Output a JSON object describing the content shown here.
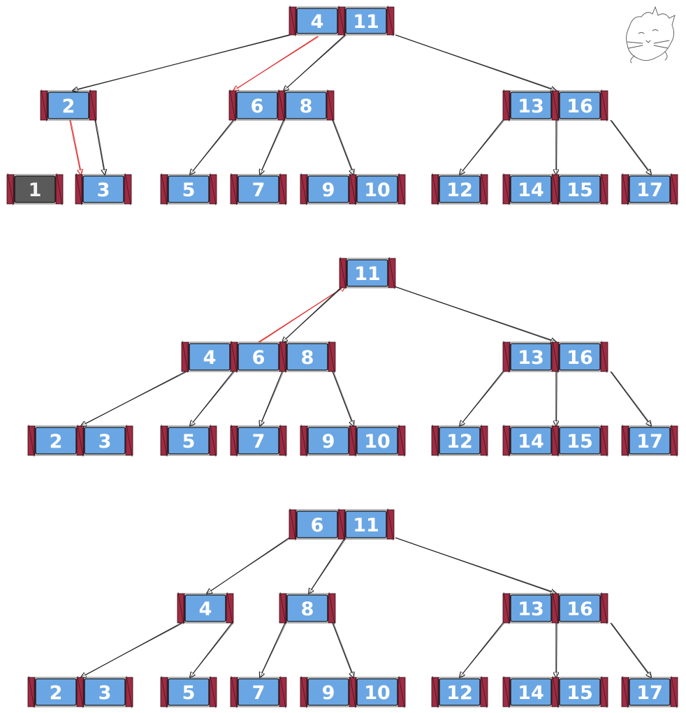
{
  "colors": {
    "key_fill": "#6aa6e3",
    "removed_fill": "#5a5a5a",
    "pointer_fill": "#9f2b42",
    "edge": "#222222",
    "highlight_edge": "#e02020",
    "text": "#ffffff"
  },
  "icons": [
    "cat-doodle-icon"
  ],
  "trees": [
    {
      "name": "tree-stage-1",
      "nodes": [
        {
          "id": "a-root",
          "keys": [
            "4",
            "11"
          ]
        },
        {
          "id": "a-n2",
          "keys": [
            "2"
          ]
        },
        {
          "id": "a-n68",
          "keys": [
            "6",
            "8"
          ]
        },
        {
          "id": "a-n1316",
          "keys": [
            "13",
            "16"
          ]
        },
        {
          "id": "a-l1",
          "keys": [
            "1"
          ],
          "removed": true
        },
        {
          "id": "a-l3",
          "keys": [
            "3"
          ]
        },
        {
          "id": "a-l5",
          "keys": [
            "5"
          ]
        },
        {
          "id": "a-l7",
          "keys": [
            "7"
          ]
        },
        {
          "id": "a-l910",
          "keys": [
            "9",
            "10"
          ]
        },
        {
          "id": "a-l12",
          "keys": [
            "12"
          ]
        },
        {
          "id": "a-l1415",
          "keys": [
            "14",
            "15"
          ]
        },
        {
          "id": "a-l17",
          "keys": [
            "17"
          ]
        }
      ],
      "edges": [
        {
          "from": "a-root",
          "to": "a-n2"
        },
        {
          "from": "a-root",
          "to": "a-n68",
          "highlight": true
        },
        {
          "from": "a-root",
          "to": "a-n68"
        },
        {
          "from": "a-root",
          "to": "a-n1316"
        },
        {
          "from": "a-n2",
          "to": "a-l3",
          "highlight": true
        },
        {
          "from": "a-n2",
          "to": "a-l3"
        },
        {
          "from": "a-n68",
          "to": "a-l5"
        },
        {
          "from": "a-n68",
          "to": "a-l7"
        },
        {
          "from": "a-n68",
          "to": "a-l910"
        },
        {
          "from": "a-n1316",
          "to": "a-l12"
        },
        {
          "from": "a-n1316",
          "to": "a-l1415"
        },
        {
          "from": "a-n1316",
          "to": "a-l17"
        }
      ]
    },
    {
      "name": "tree-stage-2",
      "nodes": [
        {
          "id": "b-root",
          "keys": [
            "11"
          ]
        },
        {
          "id": "b-n468",
          "keys": [
            "4",
            "6",
            "8"
          ]
        },
        {
          "id": "b-n1316",
          "keys": [
            "13",
            "16"
          ]
        },
        {
          "id": "b-l23",
          "keys": [
            "2",
            "3"
          ]
        },
        {
          "id": "b-l5",
          "keys": [
            "5"
          ]
        },
        {
          "id": "b-l7",
          "keys": [
            "7"
          ]
        },
        {
          "id": "b-l910",
          "keys": [
            "9",
            "10"
          ]
        },
        {
          "id": "b-l12",
          "keys": [
            "12"
          ]
        },
        {
          "id": "b-l1415",
          "keys": [
            "14",
            "15"
          ]
        },
        {
          "id": "b-l17",
          "keys": [
            "17"
          ]
        }
      ],
      "edges": [
        {
          "from": "b-n468",
          "to": "b-root",
          "highlight": true
        },
        {
          "from": "b-root",
          "to": "b-n468"
        },
        {
          "from": "b-root",
          "to": "b-n1316"
        },
        {
          "from": "b-n468",
          "to": "b-l23"
        },
        {
          "from": "b-n468",
          "to": "b-l5"
        },
        {
          "from": "b-n468",
          "to": "b-l7"
        },
        {
          "from": "b-n468",
          "to": "b-l910"
        },
        {
          "from": "b-n1316",
          "to": "b-l12"
        },
        {
          "from": "b-n1316",
          "to": "b-l1415"
        },
        {
          "from": "b-n1316",
          "to": "b-l17"
        }
      ]
    },
    {
      "name": "tree-stage-3",
      "nodes": [
        {
          "id": "c-root",
          "keys": [
            "6",
            "11"
          ]
        },
        {
          "id": "c-n4",
          "keys": [
            "4"
          ]
        },
        {
          "id": "c-n8",
          "keys": [
            "8"
          ]
        },
        {
          "id": "c-n1316",
          "keys": [
            "13",
            "16"
          ]
        },
        {
          "id": "c-l23",
          "keys": [
            "2",
            "3"
          ]
        },
        {
          "id": "c-l5",
          "keys": [
            "5"
          ]
        },
        {
          "id": "c-l7",
          "keys": [
            "7"
          ]
        },
        {
          "id": "c-l910",
          "keys": [
            "9",
            "10"
          ]
        },
        {
          "id": "c-l12",
          "keys": [
            "12"
          ]
        },
        {
          "id": "c-l1415",
          "keys": [
            "14",
            "15"
          ]
        },
        {
          "id": "c-l17",
          "keys": [
            "17"
          ]
        }
      ],
      "edges": [
        {
          "from": "c-root",
          "to": "c-n4"
        },
        {
          "from": "c-root",
          "to": "c-n8"
        },
        {
          "from": "c-root",
          "to": "c-n1316"
        },
        {
          "from": "c-n4",
          "to": "c-l23"
        },
        {
          "from": "c-n4",
          "to": "c-l5"
        },
        {
          "from": "c-n8",
          "to": "c-l7"
        },
        {
          "from": "c-n8",
          "to": "c-l910"
        },
        {
          "from": "c-n1316",
          "to": "c-l12"
        },
        {
          "from": "c-n1316",
          "to": "c-l1415"
        },
        {
          "from": "c-n1316",
          "to": "c-l17"
        }
      ]
    }
  ]
}
